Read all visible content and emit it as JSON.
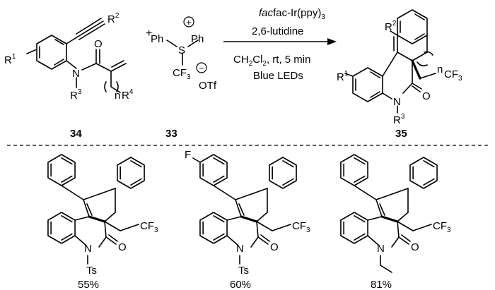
{
  "reagents": {
    "line1": "fac-Ir(ppy)",
    "line1_sub": "3",
    "line2": "2,6-lutidine",
    "line3": "CH",
    "line3_sub": "2",
    "line3b": "Cl",
    "line3b_sub": "2",
    "line3_rest": ", rt, 5 min",
    "line4": "Blue LEDs"
  },
  "compound_numbers": {
    "substrate": "34",
    "reagent": "33",
    "product": "35"
  },
  "substrate_labels": {
    "r1": "R",
    "r1_sup": "1",
    "r2": "R",
    "r2_sup": "2",
    "r3": "R",
    "r3_sup": "3",
    "r4": "R",
    "r4_sup": "4",
    "n": "n",
    "N": "N",
    "O": "O"
  },
  "reagent_labels": {
    "ph1": "Ph",
    "ph2": "Ph",
    "s": "S",
    "plus": "+",
    "cf3": "CF",
    "cf3_sub": "3",
    "minus": "−",
    "otf": "OTf",
    "add_plus": "+"
  },
  "product_labels": {
    "r1": "R",
    "r1_sup": "1",
    "r2": "R",
    "r2_sup": "2",
    "r3": "R",
    "r3_sup": "3",
    "n": "n",
    "cf3": "CF",
    "cf3_sub": "3",
    "N": "N",
    "O": "O"
  },
  "examples": [
    {
      "aryl_sub": "",
      "n_sub": "Ts",
      "cf3": "CF",
      "cf3_sub": "3",
      "yield": "55%"
    },
    {
      "aryl_sub": "F",
      "n_sub": "Ts",
      "cf3": "CF",
      "cf3_sub": "3",
      "yield": "60%"
    },
    {
      "aryl_sub": "",
      "n_sub": "",
      "cf3": "CF",
      "cf3_sub": "3",
      "yield": "81%"
    }
  ],
  "atom_N": "N",
  "atom_O": "O"
}
